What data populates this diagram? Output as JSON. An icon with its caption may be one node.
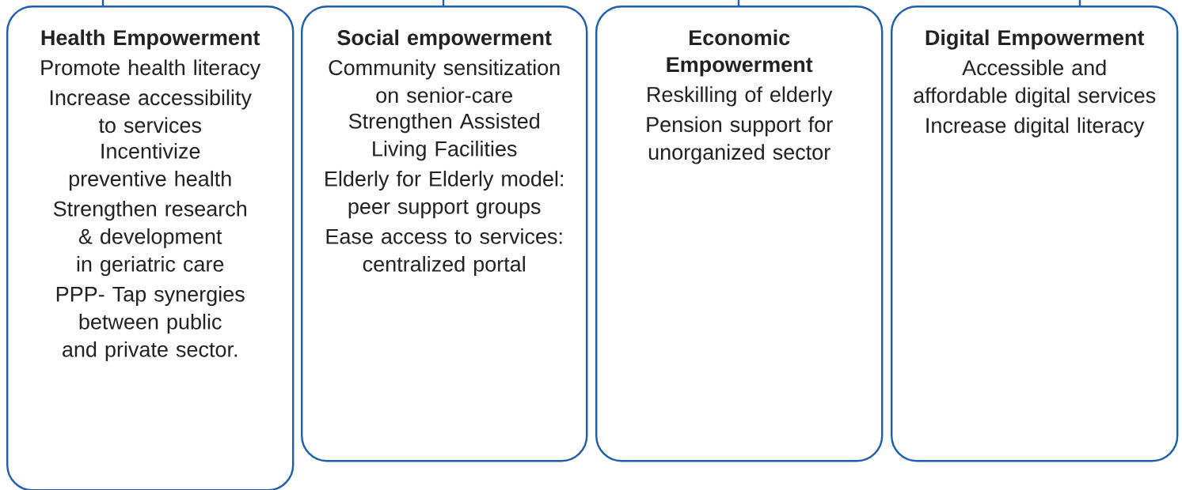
{
  "diagram": {
    "nodes": [
      {
        "text": [
          "Health Empowerment",
          "Promote health literacy",
          "Increase accessibility to services",
          "Incentivize preventive health",
          "Strengthen research & development in geriatric care",
          "PPP- Tap synergies between public and private sector."
        ]
      },
      {
        "text": [
          "Social empowerment",
          "Community sensitization on senior-care",
          "Strengthen Assisted Living Facilities",
          "Elderly for Elderly model: peer support groups",
          "Ease access to services: centralized portal"
        ]
      },
      {
        "text": [
          "Economic Empowerment",
          "Reskilling of elderly",
          "Pension support for unorganized sector"
        ]
      },
      {
        "text": [
          "Digital Empowerment",
          "Accessible and affordable digital services",
          "Increase digital literacy"
        ]
      }
    ],
    "edges": [
      {
        "from": null,
        "to": 0,
        "arrow": "none"
      },
      {
        "from": null,
        "to": 1,
        "arrow": "none"
      },
      {
        "from": null,
        "to": 2,
        "arrow": "none"
      },
      {
        "from": null,
        "to": 3,
        "arrow": "none"
      }
    ]
  }
}
